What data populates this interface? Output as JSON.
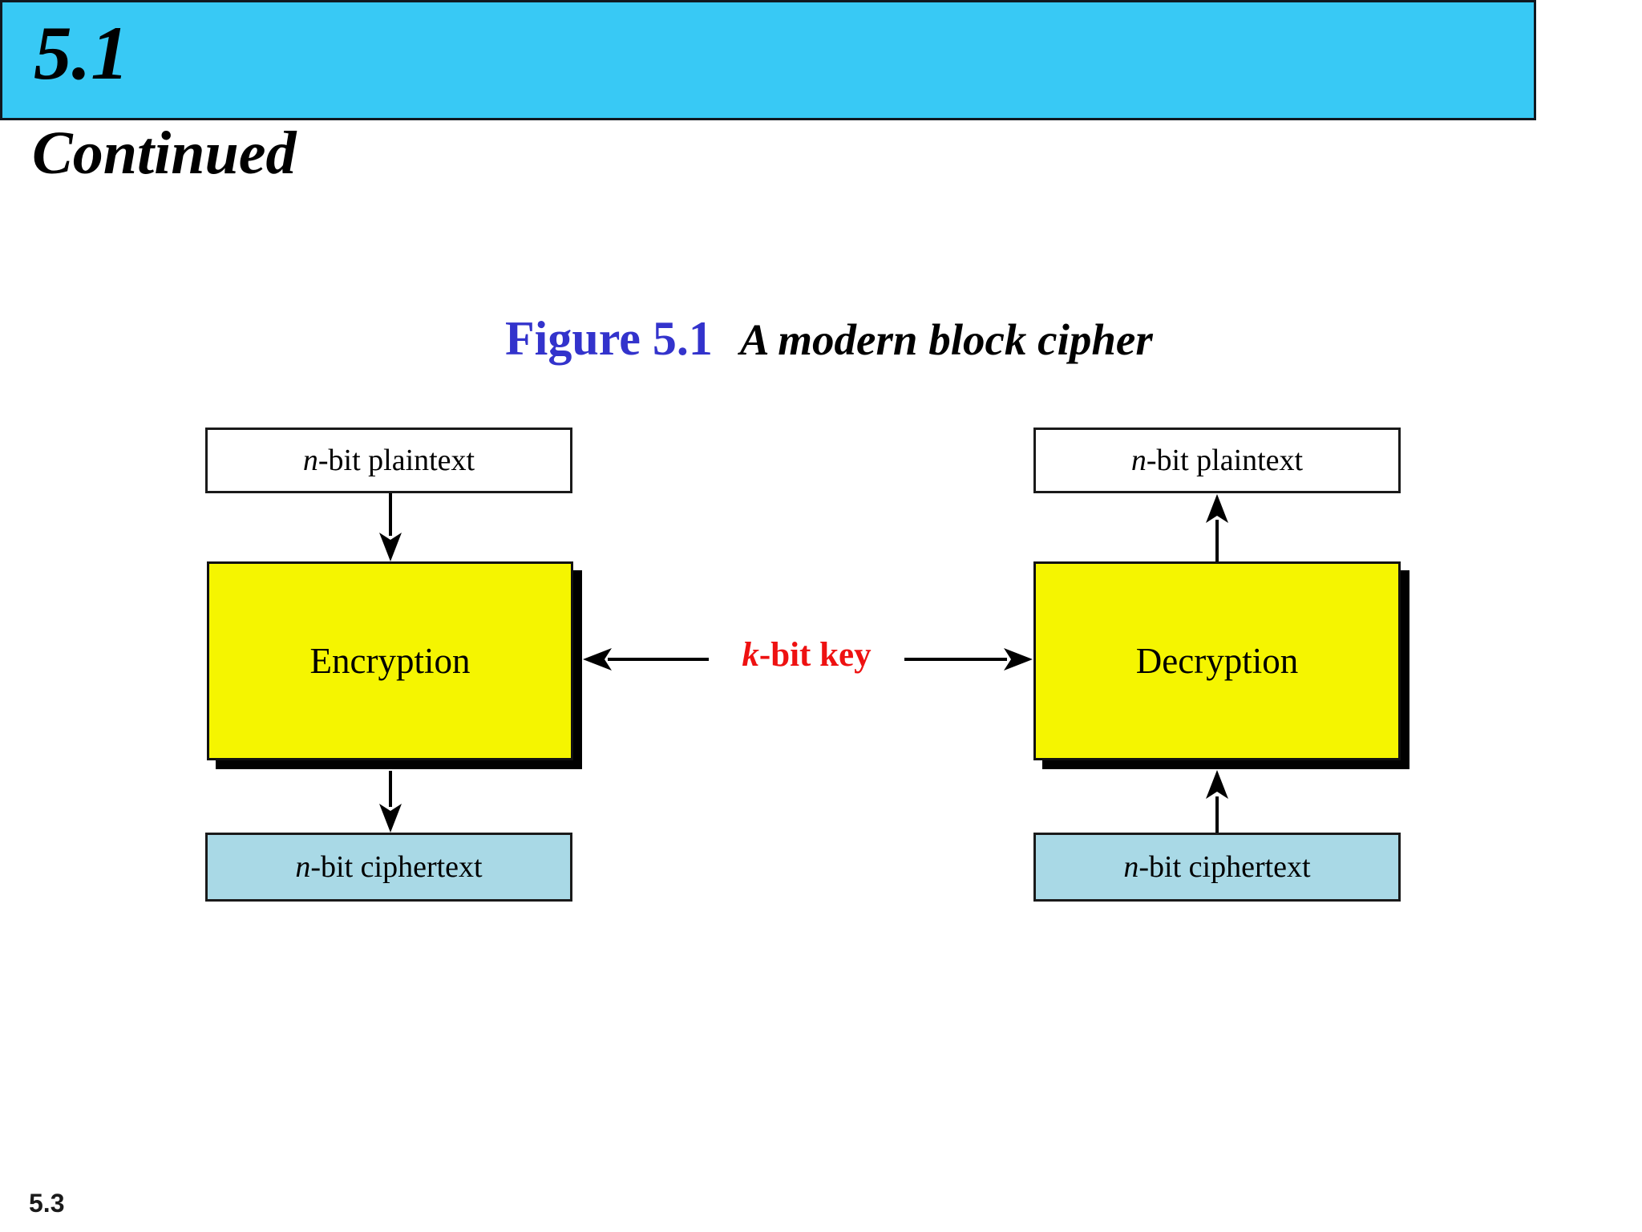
{
  "slide": {
    "section_number": "5.1",
    "section_continued": "Continued",
    "page_number": "5.3"
  },
  "figure": {
    "label": "Figure 5.1",
    "title": "A modern block cipher"
  },
  "diagram": {
    "encryption": {
      "input": {
        "italic": "n",
        "rest": "-bit plaintext"
      },
      "box_label": "Encryption",
      "output": {
        "italic": "n",
        "rest": "-bit ciphertext"
      }
    },
    "decryption": {
      "output": {
        "italic": "n",
        "rest": "-bit plaintext"
      },
      "box_label": "Decryption",
      "input": {
        "italic": "n",
        "rest": "-bit ciphertext"
      }
    },
    "key": {
      "italic": "k",
      "rest": "-bit key"
    }
  },
  "colors": {
    "banner": "#38c9f5",
    "process_box": "#f5f500",
    "ciphertext_box": "#a9d9e6",
    "figure_label": "#3333cc",
    "key_text": "#ee1111"
  }
}
